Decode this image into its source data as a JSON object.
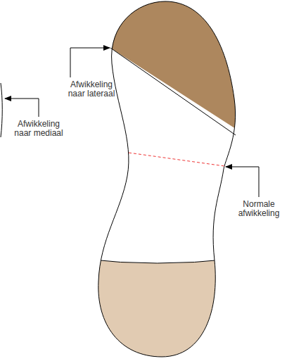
{
  "diagram": {
    "labels": [
      "Afwikkeling naar lateraal",
      "Afwikkeling naar mediaal",
      "Normale afwikkeling"
    ]
  }
}
